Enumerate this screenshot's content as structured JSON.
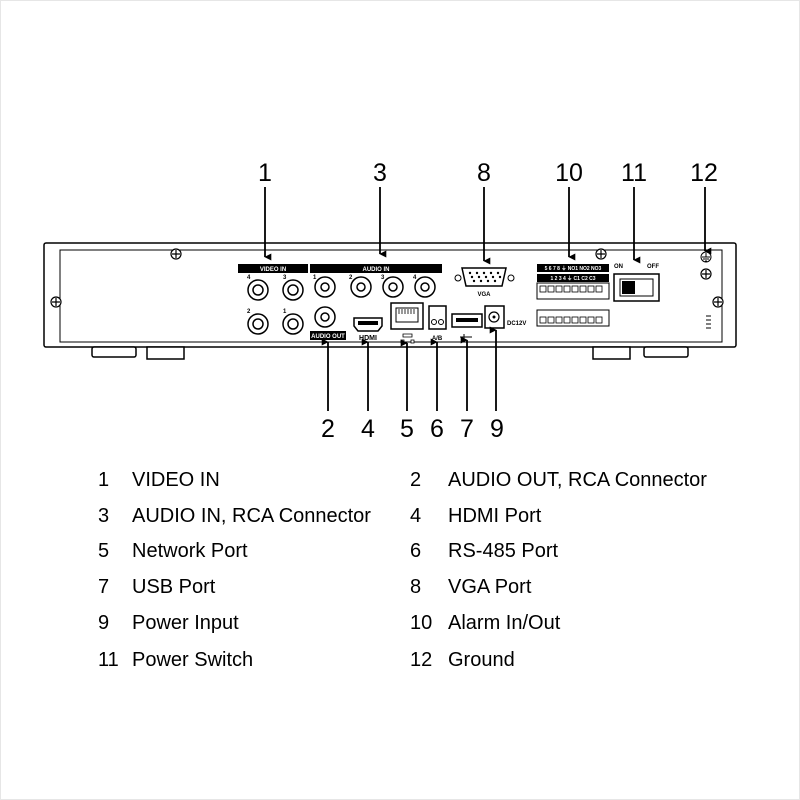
{
  "callouts": {
    "c1": "1",
    "c2": "2",
    "c3": "3",
    "c4": "4",
    "c5": "5",
    "c6": "6",
    "c7": "7",
    "c8": "8",
    "c9": "9",
    "c10": "10",
    "c11": "11",
    "c12": "12"
  },
  "panel_labels": {
    "video_in": "VIDEO IN",
    "audio_in": "AUDIO IN",
    "audio_out": "AUDIO OUT",
    "hdmi": "HDMI",
    "vga": "VGA",
    "rs485": "A/B",
    "power": "DC12V",
    "on": "ON",
    "off": "OFF",
    "alarm_top": "5 6 7 8 ⏚ NO1 NO2 NO3",
    "alarm_bottom": "1 2 3 4 ⏚ C1 C2 C3",
    "ch1": "1",
    "ch2": "2",
    "ch3": "3",
    "ch4": "4"
  },
  "legend": [
    {
      "num": "1",
      "label": "VIDEO IN"
    },
    {
      "num": "2",
      "label": "AUDIO OUT, RCA Connector"
    },
    {
      "num": "3",
      "label": "AUDIO IN, RCA Connector"
    },
    {
      "num": "4",
      "label": "HDMI Port"
    },
    {
      "num": "5",
      "label": "Network Port"
    },
    {
      "num": "6",
      "label": "RS-485 Port"
    },
    {
      "num": "7",
      "label": "USB Port"
    },
    {
      "num": "8",
      "label": "VGA Port"
    },
    {
      "num": "9",
      "label": "Power Input"
    },
    {
      "num": "10",
      "label": "Alarm In/Out"
    },
    {
      "num": "11",
      "label": "Power Switch"
    },
    {
      "num": "12",
      "label": "Ground"
    }
  ]
}
